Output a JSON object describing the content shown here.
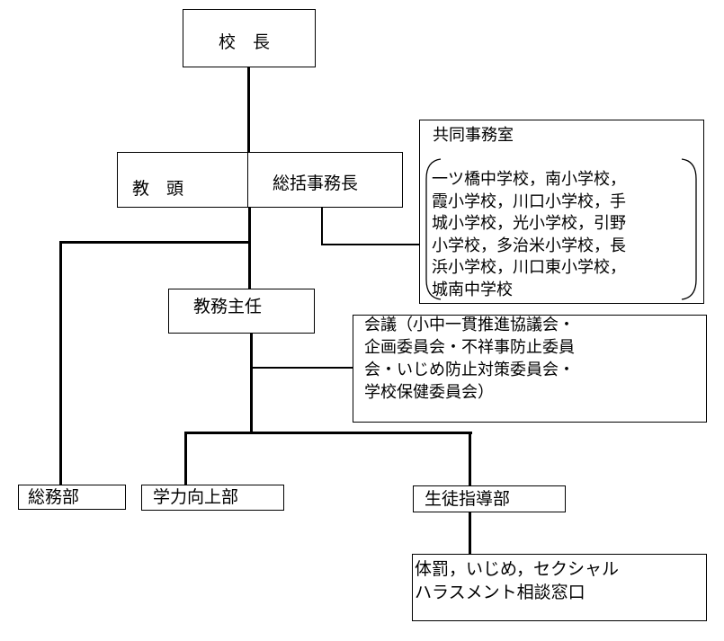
{
  "nodes": {
    "principal": "校　長",
    "vice_principal": "教　頭",
    "general_office_head": "総括事務長",
    "joint_office": {
      "title": "共同事務室",
      "schools_lines": [
        "一ツ橋中学校，南小学校，",
        "霞小学校，川口小学校，手",
        "城小学校，光小学校，引野",
        "小学校，多治米小学校，長",
        "浜小学校，川口東小学校，",
        "城南中学校"
      ]
    },
    "academic_affairs": "教務主任",
    "meetings_lines": [
      "会議（小中一貫推進協議会・",
      "企画委員会・不祥事防止委員",
      "会・いじめ防止対策委員会・",
      "学校保健委員会）"
    ],
    "general_affairs": "総務部",
    "academic_improvement": "学力向上部",
    "student_guidance": "生徒指導部",
    "consultation_lines": [
      "体罰，いじめ，セクシャル",
      "ハラスメント相談窓口"
    ]
  }
}
